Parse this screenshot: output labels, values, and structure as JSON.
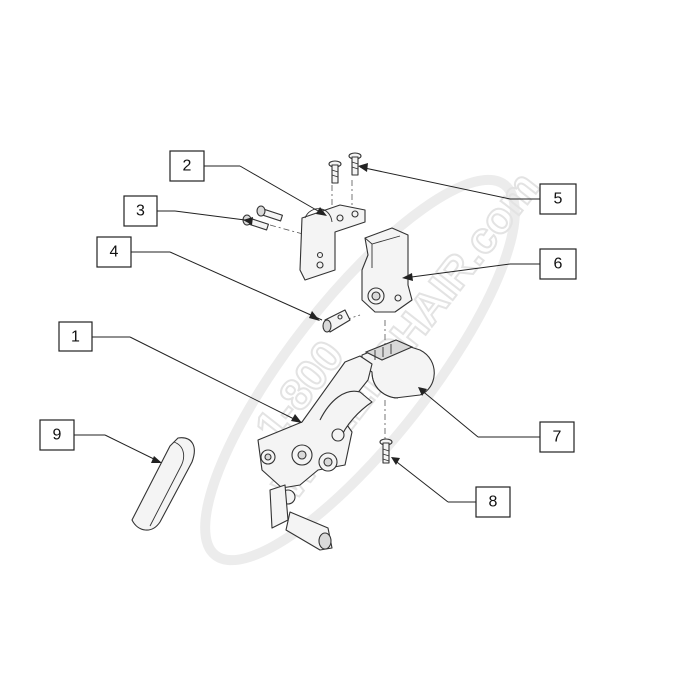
{
  "watermark": {
    "line1": "1-800",
    "line2": "WHEELCHAIR.com"
  },
  "callouts": [
    {
      "id": "1",
      "label": "1"
    },
    {
      "id": "2",
      "label": "2"
    },
    {
      "id": "3",
      "label": "3"
    },
    {
      "id": "4",
      "label": "4"
    },
    {
      "id": "5",
      "label": "5"
    },
    {
      "id": "6",
      "label": "6"
    },
    {
      "id": "7",
      "label": "7"
    },
    {
      "id": "8",
      "label": "8"
    },
    {
      "id": "9",
      "label": "9"
    }
  ]
}
